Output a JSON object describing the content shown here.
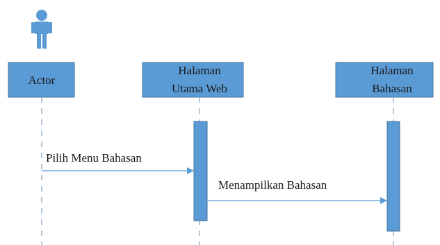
{
  "diagram": {
    "type": "sequence-diagram",
    "colors": {
      "box_fill": "#5b9bd5",
      "box_stroke": "#41719c",
      "lifeline": "#7f9fbf",
      "arrow": "#5b9bd5",
      "actor": "#5b9bd5",
      "text": "#1a1a1a"
    },
    "participants": [
      {
        "id": "actor",
        "kind": "actor",
        "lines": [
          "Actor"
        ]
      },
      {
        "id": "utama",
        "kind": "object",
        "lines": [
          "Halaman",
          "Utama Web"
        ]
      },
      {
        "id": "bahasan",
        "kind": "object",
        "lines": [
          "Halaman",
          "Bahasan"
        ]
      }
    ],
    "messages": [
      {
        "from": "actor",
        "to": "utama",
        "label": "Pilih Menu Bahasan"
      },
      {
        "from": "utama",
        "to": "bahasan",
        "label": "Menampilkan Bahasan"
      }
    ]
  }
}
